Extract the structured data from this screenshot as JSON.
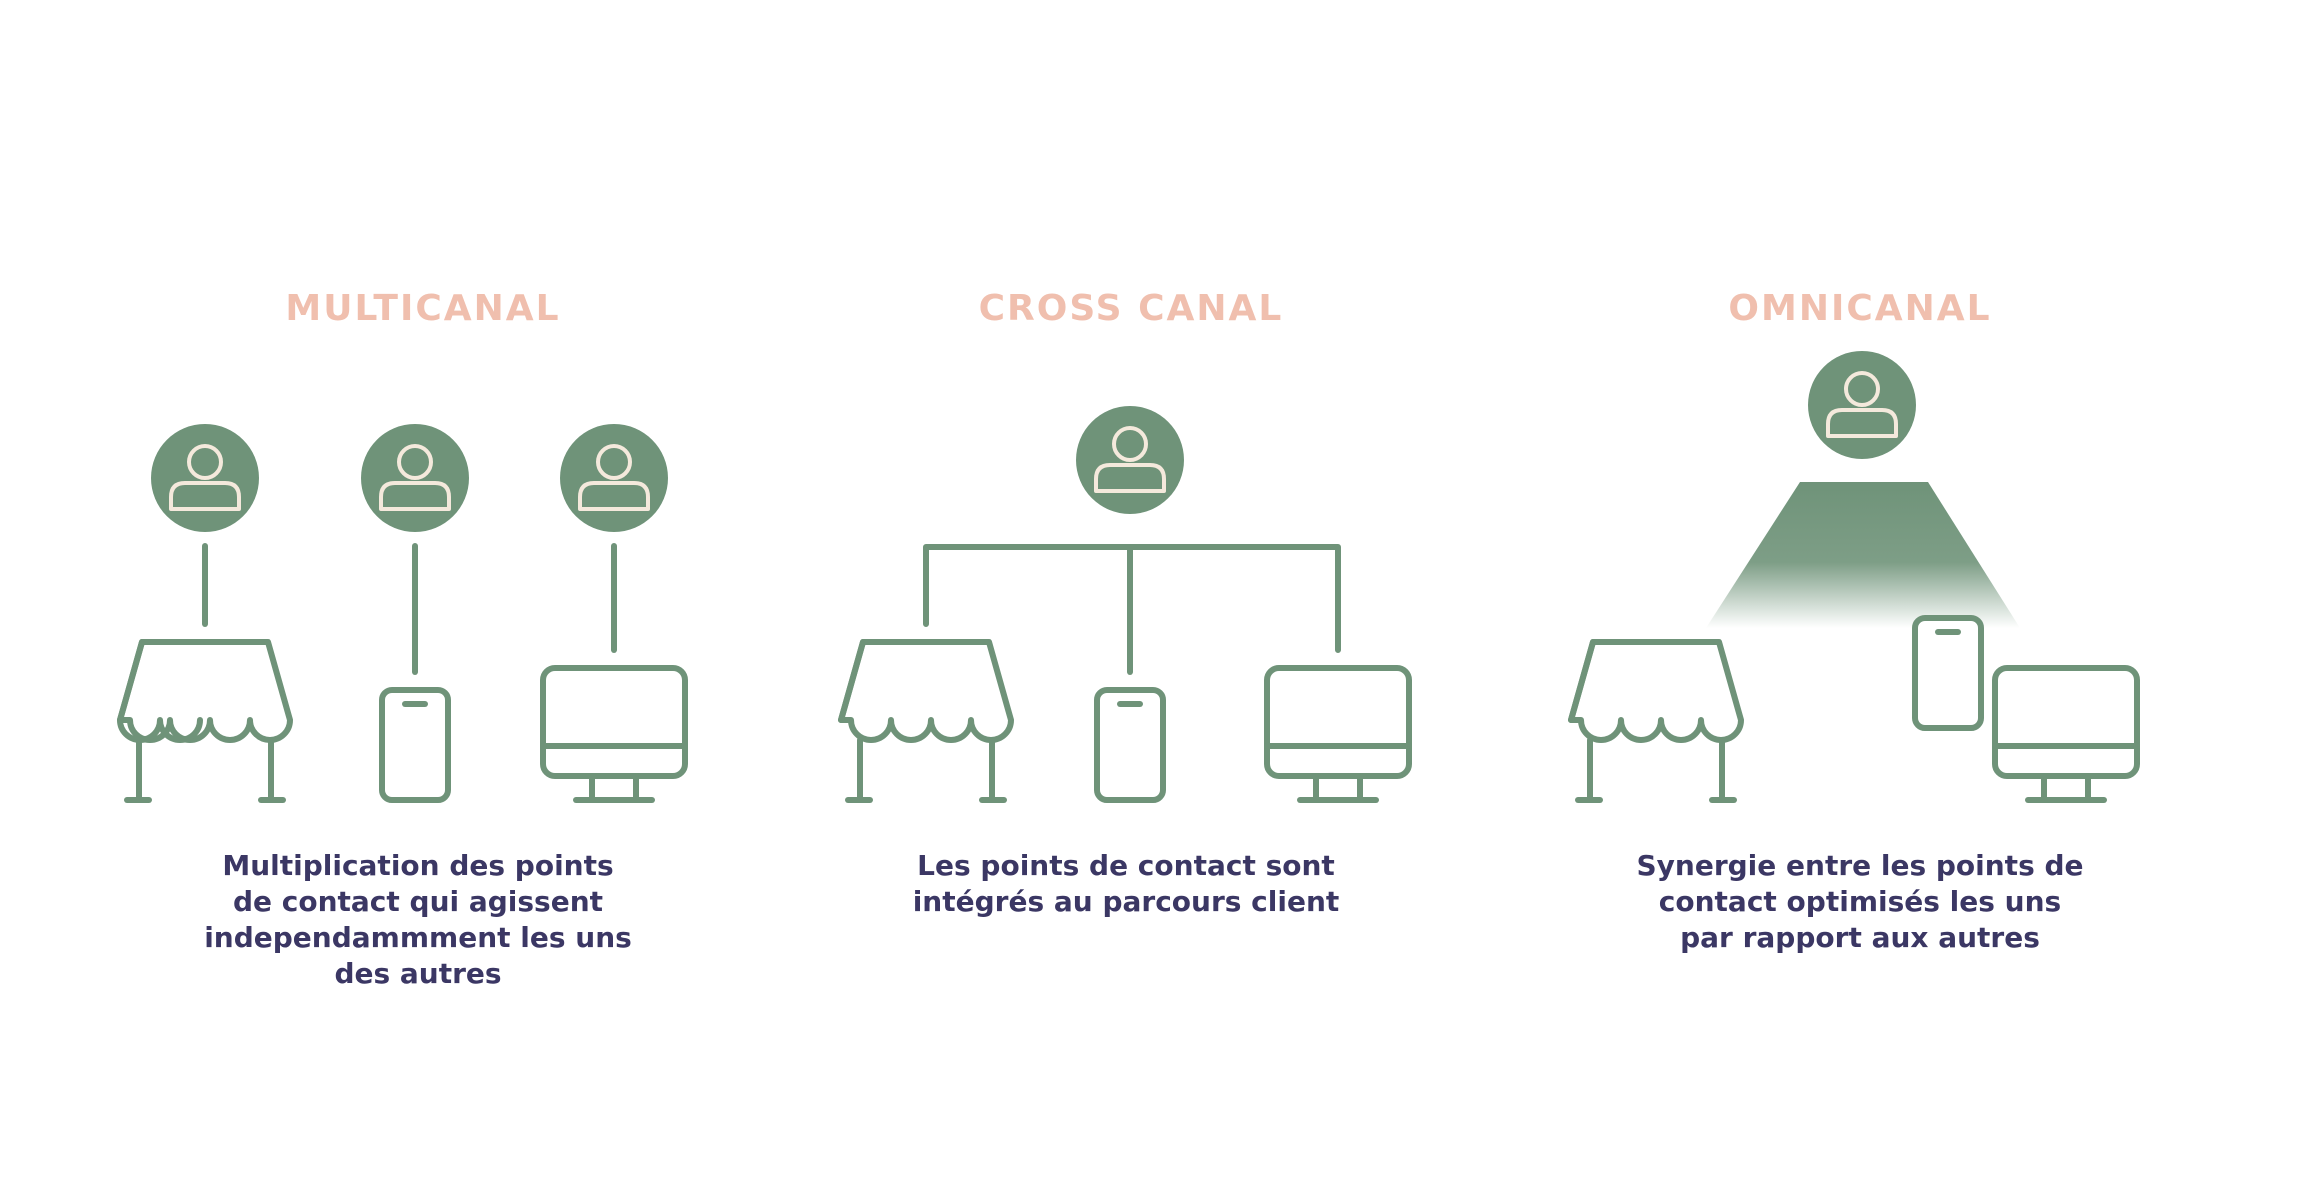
{
  "colors": {
    "green": "#6f9379",
    "title": "#f0bfae",
    "text": "#3b3764",
    "icon_line": "#f4e9dc"
  },
  "icons": [
    "user-icon",
    "store-icon",
    "smartphone-icon",
    "monitor-icon"
  ],
  "columns": [
    {
      "title": "MULTICANAL",
      "caption_lines": [
        "Multiplication des points",
        "de contact qui agissent",
        "independammment les uns",
        "des autres"
      ]
    },
    {
      "title": "CROSS CANAL",
      "caption_lines": [
        "Les points de contact sont",
        "intégrés au parcours client"
      ]
    },
    {
      "title": "OMNICANAL",
      "caption_lines": [
        "Synergie entre les points de",
        "contact optimisés les uns",
        "par rapport aux autres"
      ]
    }
  ]
}
